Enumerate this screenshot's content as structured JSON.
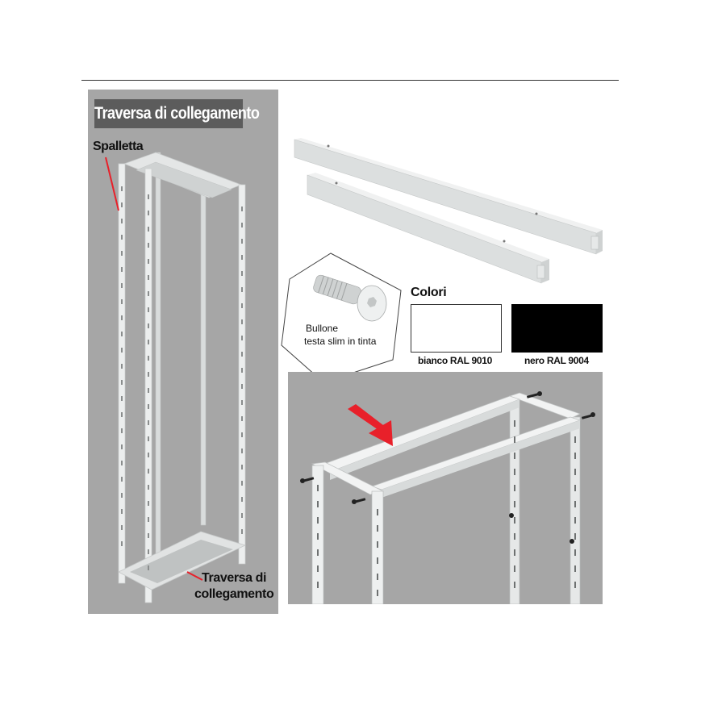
{
  "left_panel": {
    "title": "Traversa di collegamento",
    "label_spalletta": "Spalletta",
    "label_traversa_line1": "Traversa di",
    "label_traversa_line2": "collegamento"
  },
  "bolt": {
    "caption_line1": "Bullone",
    "caption_line2": "testa slim in tinta"
  },
  "colors": {
    "title": "Colori",
    "swatches": [
      {
        "label": "bianco RAL 9010",
        "color": "#ffffff"
      },
      {
        "label": "nero RAL 9004",
        "color": "#000000"
      }
    ]
  },
  "palette": {
    "panel_gray": "#a6a6a6",
    "title_bar": "#5c5c5c",
    "arrow_red": "#e8202a"
  }
}
